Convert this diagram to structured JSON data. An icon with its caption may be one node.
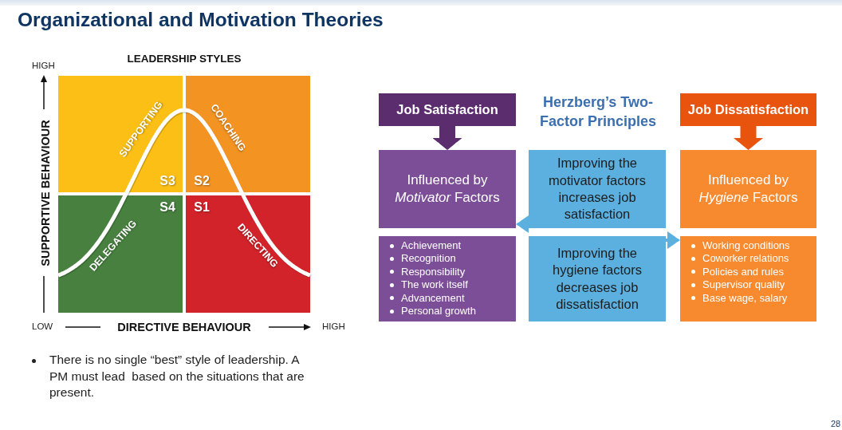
{
  "diagram": {
    "title": "Organizational and Motivation Theories",
    "nodes": [
      {
        "text": [
          "SUPPORTING",
          "S3"
        ]
      },
      {
        "text": [
          "COACHING",
          "S2"
        ]
      },
      {
        "text": [
          "S4",
          "DELEGATING"
        ]
      },
      {
        "text": [
          "S1",
          "DIRECTING"
        ]
      },
      {
        "text": [
          "Job Satisfaction"
        ]
      },
      {
        "text": [
          "Job Dissatisfaction"
        ]
      },
      {
        "text": [
          "Influenced by *Motivator* Factors"
        ]
      },
      {
        "text": [
          "Improving the motivator factors increases job satisfaction"
        ]
      },
      {
        "text": [
          "Influenced by *Hygiene* Factors"
        ]
      },
      {
        "text": [
          "Achievement",
          "Recognition",
          "Responsibility",
          "The work itself",
          "Advancement",
          "Personal growth"
        ]
      },
      {
        "text": [
          "Improving the hygiene factors decreases job dissatisfaction"
        ]
      },
      {
        "text": [
          "Working conditions",
          "Coworker relations",
          "Policies and rules",
          "Supervisor quality",
          "Base wage, salary"
        ]
      }
    ],
    "edges": [
      {
        "from": 4,
        "to": 6,
        "arrow": "to",
        "style": "thick",
        "color": "#5c2d6e"
      },
      {
        "from": 5,
        "to": 8,
        "arrow": "to",
        "style": "thick",
        "color": "#e8530e"
      },
      {
        "from": 7,
        "to": 6,
        "arrow": "to",
        "color": "#5bb0e0"
      },
      {
        "from": 10,
        "to": 11,
        "arrow": "to",
        "color": "#5bb0e0"
      }
    ],
    "labels": [
      "LEADERSHIP STYLES",
      "HIGH",
      "Herzberg’s Two-Factor Principles",
      "SUPPORTIVE BEHAVIOUR",
      "LOW",
      "DIRECTIVE BEHAVIOUR",
      "HIGH",
      "There is no single “best” style of leadership. A PM must lead  based on the situations that are present.",
      "28"
    ]
  }
}
